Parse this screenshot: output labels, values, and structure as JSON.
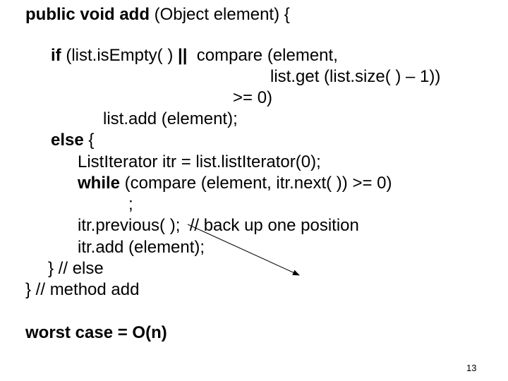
{
  "code": {
    "signature": {
      "kw": "public void add",
      "rest": " (Object element) {"
    },
    "if_line": {
      "kw": "if",
      "mid": " (list.isEmpty( ) ",
      "op": "||",
      "rest": "  compare (element,"
    },
    "cont1": "list.get (list.size( ) – 1))",
    "cont2": ">= 0)",
    "then_stmt": "list.add (element);",
    "else_line": {
      "kw": "else",
      "rest": " {"
    },
    "iter_decl": "ListIterator itr = list.listIterator(0);",
    "while_line": {
      "kw": "while",
      "rest": " (compare (element, itr.next( )) >= 0)"
    },
    "semicolon": ";",
    "previous_stmt": "itr.previous( );  // back up one position",
    "add_stmt": "itr.add (element);",
    "close_else": "} // else",
    "close_method": "} // method add"
  },
  "worst_case": "worst case = O(n)",
  "page_number": "13"
}
